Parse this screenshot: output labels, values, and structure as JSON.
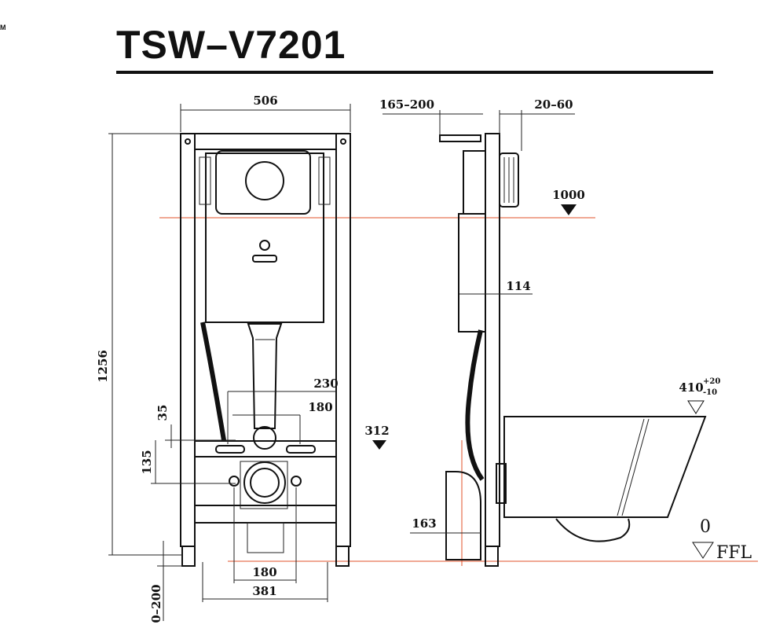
{
  "header": {
    "corner_mark": "M",
    "model_title": "TSW–V7201"
  },
  "front_view": {
    "width_label": "506",
    "height_label": "1256",
    "label_35": "35",
    "label_135": "135",
    "label_230": "230",
    "label_180_top": "180",
    "label_312": "312",
    "label_180_bottom": "180",
    "label_381": "381",
    "label_0_200": "0–200"
  },
  "side_view": {
    "label_165_200": "165–200",
    "label_20_60": "20–60",
    "label_1000": "1000",
    "label_114": "114",
    "label_163": "163",
    "label_410": "410",
    "label_410_plus": "+20",
    "label_410_minus": "-10",
    "floor_level_value": "0",
    "floor_level_label": "FFL"
  },
  "colors": {
    "line": "#111111",
    "reference_line": "#e0522a"
  }
}
